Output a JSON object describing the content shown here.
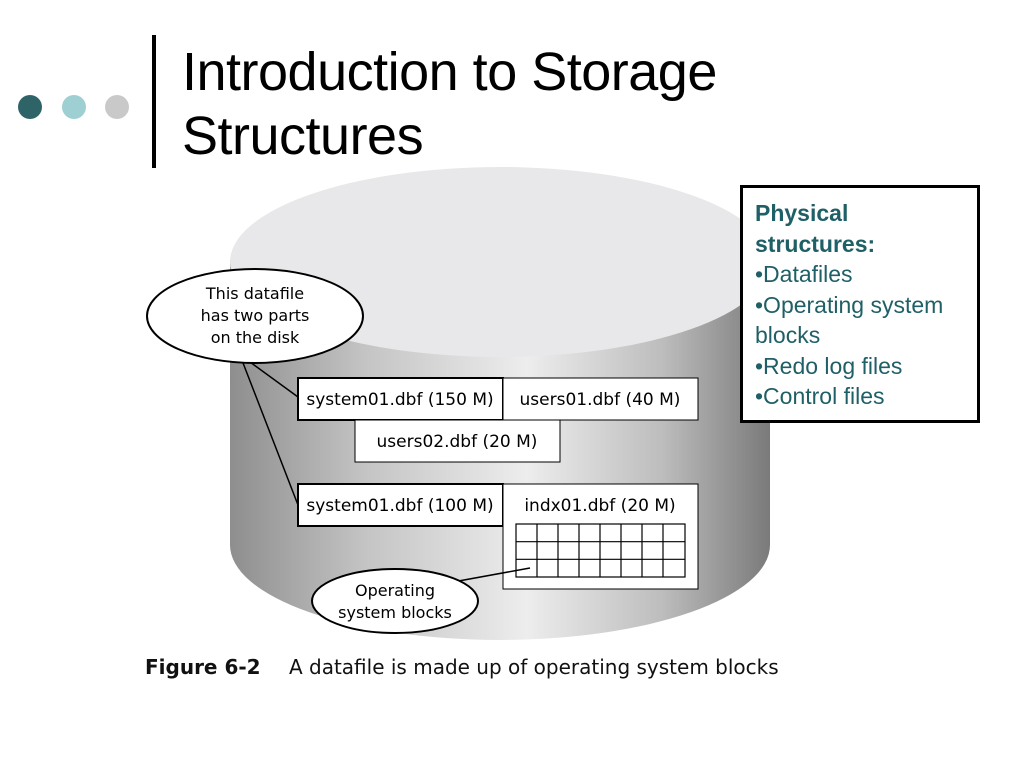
{
  "slide": {
    "title_line1": "Introduction to Storage",
    "title_line2": "Structures",
    "decor_colors": [
      "#2e6368",
      "#9ecfd3",
      "#c9c9c9"
    ]
  },
  "diagram": {
    "callout_top": [
      "This datafile",
      "has two parts",
      "on the disk"
    ],
    "callout_bottom": [
      "Operating",
      "system blocks"
    ],
    "files": {
      "system01_a": "system01.dbf (150 M)",
      "users01": "users01.dbf (40 M)",
      "users02": "users02.dbf (20 M)",
      "system01_b": "system01.dbf (100 M)",
      "indx01": "indx01.dbf (20 M)"
    }
  },
  "sidebox": {
    "heading_line1": "Physical",
    "heading_line2": "structures:",
    "items": [
      "•Datafiles",
      "•Operating system",
      "blocks",
      "•Redo log files",
      "•Control files"
    ]
  },
  "caption": {
    "figure": "Figure 6-2",
    "text": "A datafile is made up of operating system blocks"
  },
  "colors": {
    "box_text": "#1f5f66",
    "cylinder_top": "#e8e8ea"
  }
}
